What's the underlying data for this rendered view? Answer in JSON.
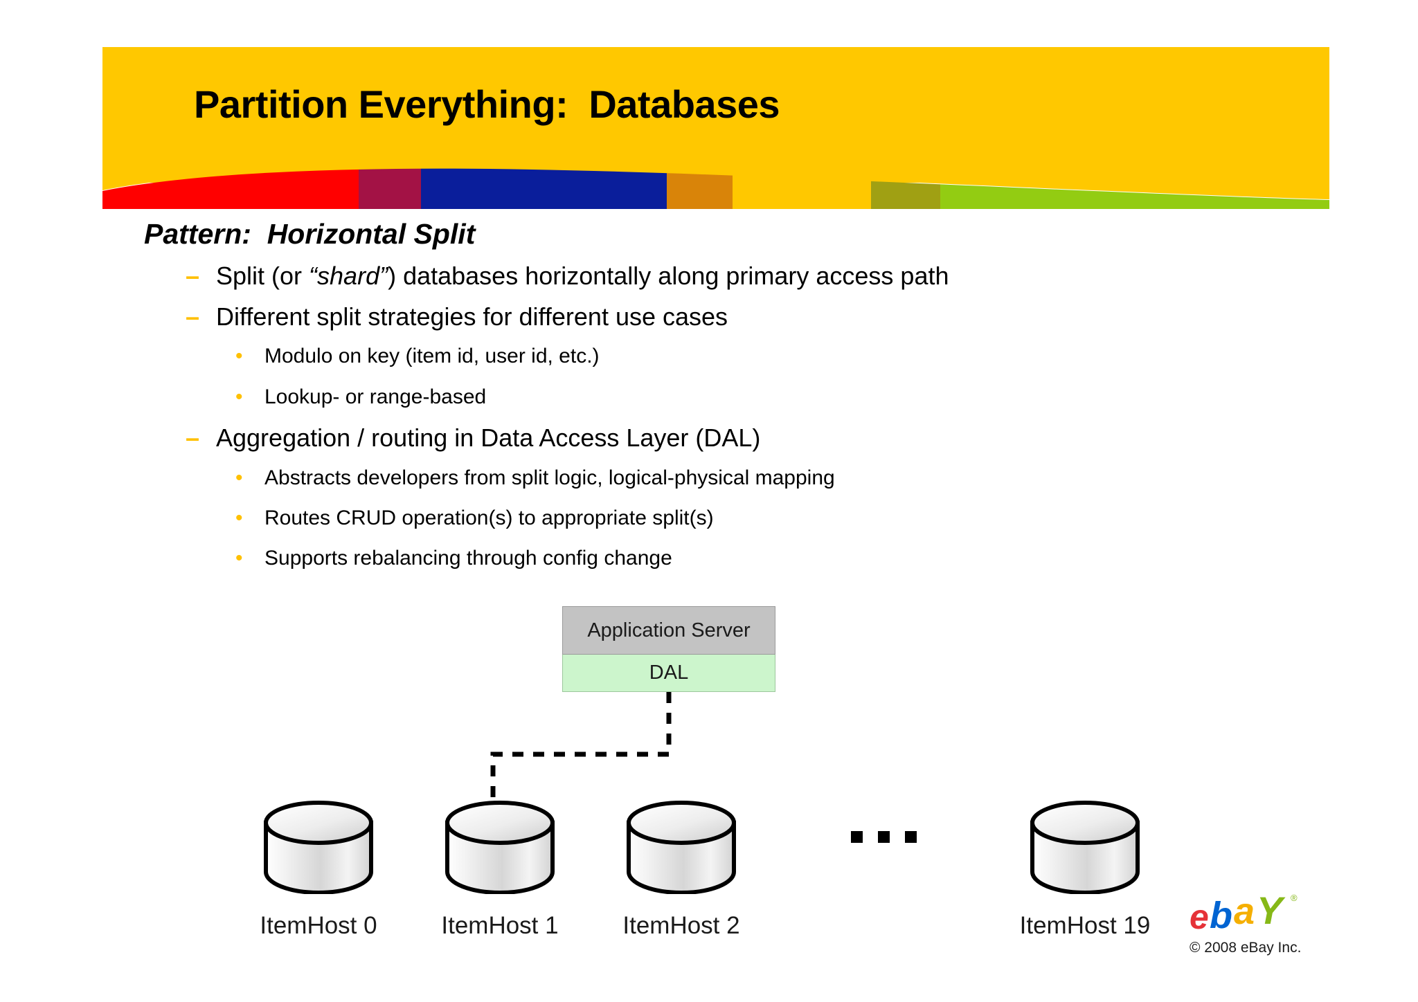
{
  "slide": {
    "title": "Partition Everything:  Databases",
    "banner_color": "#FFC800",
    "background": "#ffffff"
  },
  "wave": {
    "colors": {
      "red": "#FF0000",
      "maroon": "#A31245",
      "blue": "#0A1E9B",
      "orange": "#D98409",
      "yellow": "#FFC800",
      "olive": "#A0A013",
      "green": "#93CC12"
    }
  },
  "content": {
    "pattern_heading": "Pattern:  Horizontal Split",
    "bullets": [
      {
        "level": 1,
        "mark": "–",
        "pre": "Split (or ",
        "em": "“shard”",
        "post": ") databases horizontally along primary access path"
      },
      {
        "level": 1,
        "mark": "–",
        "text": "Different split strategies for different use cases"
      },
      {
        "level": 2,
        "mark": "•",
        "text": "Modulo on key (item id, user id, etc.)"
      },
      {
        "level": 2,
        "mark": "•",
        "text": "Lookup- or range-based"
      },
      {
        "level": 1,
        "mark": "–",
        "text": "Aggregation / routing in Data Access Layer (DAL)"
      },
      {
        "level": 2,
        "mark": "•",
        "text": "Abstracts developers from split logic, logical-physical mapping"
      },
      {
        "level": 2,
        "mark": "•",
        "text": "Routes CRUD operation(s) to appropriate split(s)"
      },
      {
        "level": 2,
        "mark": "•",
        "text": "Supports rebalancing through config change"
      }
    ]
  },
  "diagram": {
    "app_server_label": "Application Server",
    "app_server_color": "#C3C3C3",
    "dal_label": "DAL",
    "dal_color": "#CCF5CC",
    "hosts": [
      {
        "label": "ItemHost 0"
      },
      {
        "label": "ItemHost 1"
      },
      {
        "label": "ItemHost 2"
      },
      {
        "label": "ItemHost 19"
      }
    ],
    "ellipsis_dots": 3,
    "connector": "dashed-routing-arrow-from-dal-to-itemhost-1"
  },
  "footer": {
    "logo": {
      "e": "e",
      "b": "b",
      "a": "a",
      "y": "Y",
      "tm": "®"
    },
    "copyright": "© 2008 eBay Inc."
  }
}
